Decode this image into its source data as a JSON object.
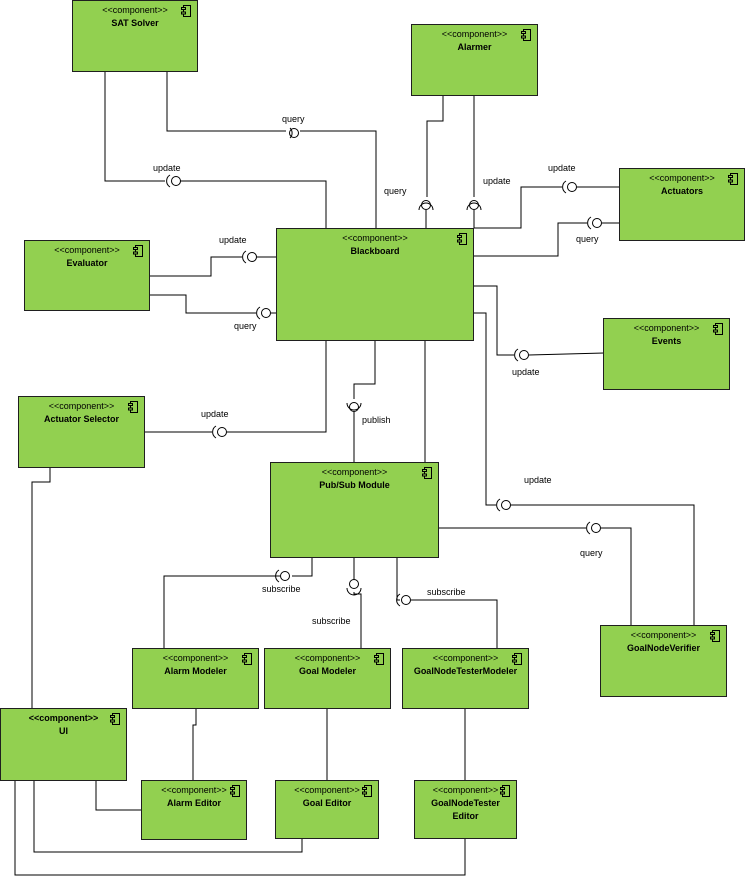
{
  "stereotype": "<<component>>",
  "components": {
    "sat_solver": "SAT Solver",
    "alarmer": "Alarmer",
    "actuators": "Actuators",
    "evaluator": "Evaluator",
    "blackboard": "Blackboard",
    "events": "Events",
    "actuator_selector": "Actuator Selector",
    "pubsub": "Pub/Sub Module",
    "goalnode_verifier": "GoalNodeVerifier",
    "alarm_modeler": "Alarm Modeler",
    "goal_modeler": "Goal Modeler",
    "goalnode_tester_modeler": "GoalNodeTesterModeler",
    "ui": "UI",
    "alarm_editor": "Alarm Editor",
    "goal_editor": "Goal Editor",
    "goalnode_tester_editor": "GoalNodeTester Editor"
  },
  "interface_labels": {
    "query": "query",
    "update": "update",
    "publish": "publish",
    "subscribe": "subscribe"
  }
}
